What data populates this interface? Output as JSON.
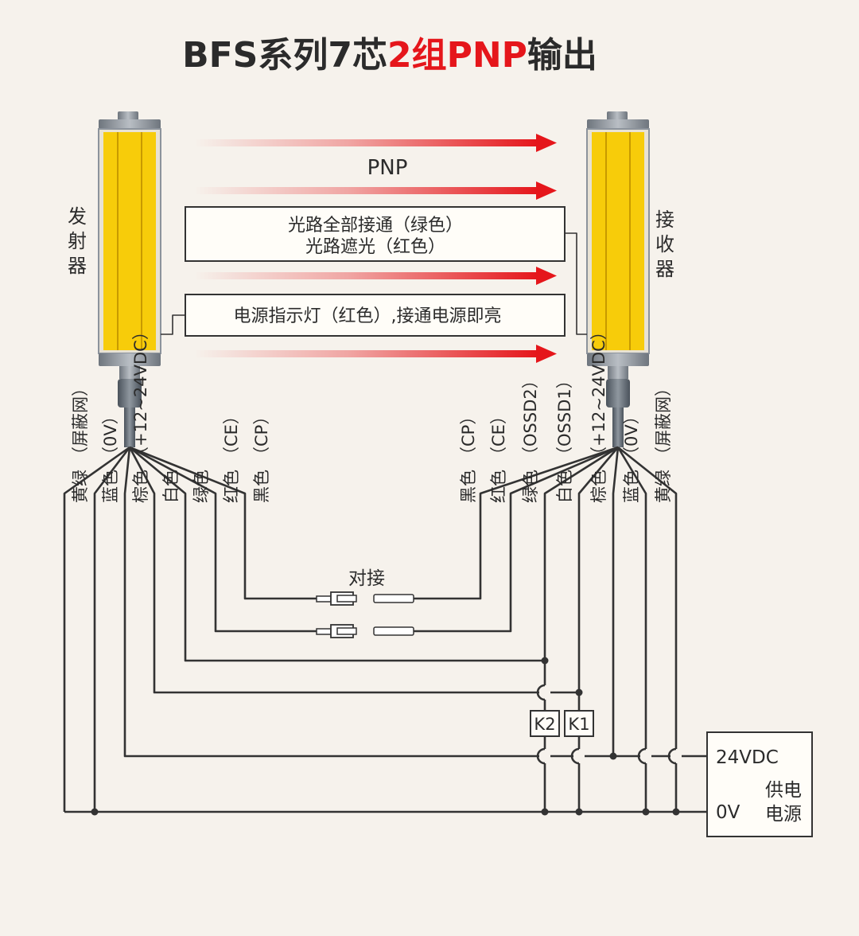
{
  "title": {
    "part1": "BFS系列7芯",
    "part2": "2组PNP",
    "part3": "输出"
  },
  "emitter": {
    "label": [
      "发",
      "射",
      "器"
    ]
  },
  "receiver": {
    "label": [
      "接",
      "收",
      "器"
    ]
  },
  "pnp_label": "PNP",
  "status_box": {
    "line1": "光路全部接通（绿色）",
    "line2": "光路遮光（红色）"
  },
  "power_box": {
    "text": "电源指示灯（红色）,接通电源即亮"
  },
  "emitter_wires": [
    {
      "color": "黄绿",
      "signal": "（屏蔽网）"
    },
    {
      "color": "蓝色",
      "signal": "（0V）"
    },
    {
      "color": "棕色",
      "signal": "（+12~24VDC）"
    },
    {
      "color": "白色",
      "signal": ""
    },
    {
      "color": "绿色",
      "signal": ""
    },
    {
      "color": "红色",
      "signal": "（CE）"
    },
    {
      "color": "黑色",
      "signal": "（CP）"
    }
  ],
  "receiver_wires": [
    {
      "color": "黑色",
      "signal": "（CP）"
    },
    {
      "color": "红色",
      "signal": "（CE）"
    },
    {
      "color": "绿色",
      "signal": "（OSSD2）"
    },
    {
      "color": "白色",
      "signal": "（OSSD1）"
    },
    {
      "color": "棕色",
      "signal": "（+12~24VDC）"
    },
    {
      "color": "蓝色",
      "signal": "（0V）"
    },
    {
      "color": "黄绿",
      "signal": "（屏蔽网）"
    }
  ],
  "docking_label": "对接",
  "relays": {
    "k2": "K2",
    "k1": "K1"
  },
  "supply": {
    "v24": "24VDC",
    "v0": "0V",
    "name1": "供电",
    "name2": "电源"
  },
  "colors": {
    "arrow_red": "#e5161b",
    "beam_yellow": "#f7cc0a",
    "housing_gray": "#8c939c",
    "wire": "#333333"
  }
}
